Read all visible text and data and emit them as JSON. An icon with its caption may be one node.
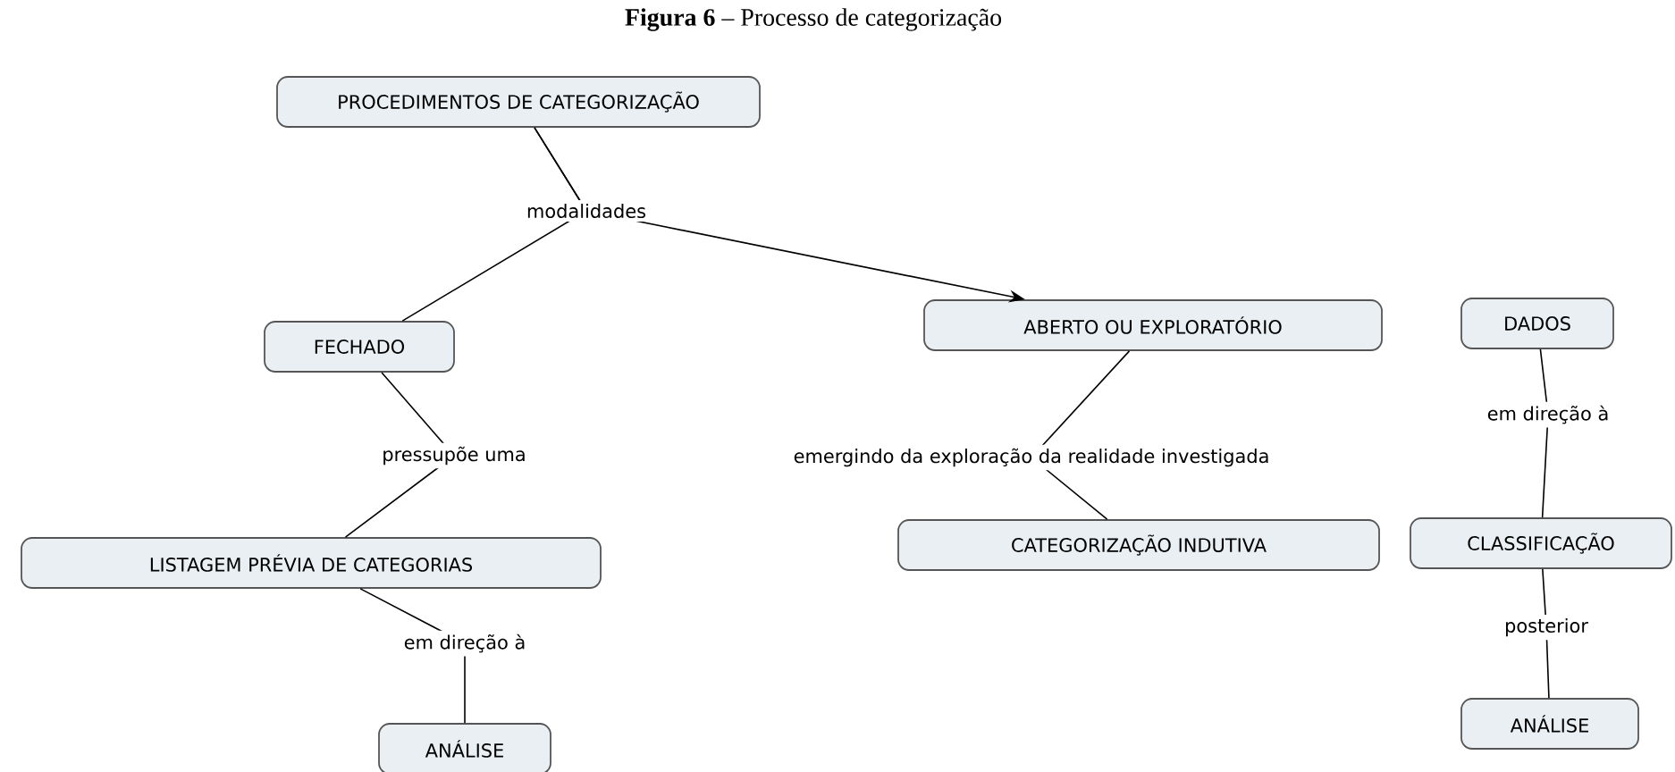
{
  "diagram": {
    "title": "**Figura 6** – Processo de categorização",
    "nodes": [
      {
        "text": [
          "PROCEDIMENTOS DE CATEGORIZAÇÃO"
        ]
      },
      {
        "text": [
          "FECHADO"
        ]
      },
      {
        "text": [
          "ABERTO OU EXPLORATÓRIO"
        ]
      },
      {
        "text": [
          "DADOS"
        ]
      },
      {
        "text": [
          "LISTAGEM PRÉVIA DE CATEGORIAS"
        ]
      },
      {
        "text": [
          "CATEGORIZAÇÃO INDUTIVA"
        ]
      },
      {
        "text": [
          "CLASSIFICAÇÃO"
        ]
      },
      {
        "text": [
          "ANÁLISE"
        ]
      },
      {
        "text": [
          "ANÁLISE"
        ]
      }
    ],
    "edges": [
      {
        "from": 0,
        "to": 1,
        "arrow": "none",
        "label": "modalidades"
      },
      {
        "from": 0,
        "to": 2,
        "arrow": "to"
      },
      {
        "from": 1,
        "to": 4,
        "arrow": "none",
        "label": "pressupõe uma"
      },
      {
        "from": 4,
        "to": 7,
        "arrow": "none",
        "label": "em direção à"
      },
      {
        "from": 2,
        "to": 5,
        "arrow": "none",
        "label": "emergindo da exploração da realidade investigada"
      },
      {
        "from": 3,
        "to": 6,
        "arrow": "none",
        "label": "em direção à"
      },
      {
        "from": 6,
        "to": 8,
        "arrow": "none",
        "label": "posterior"
      }
    ]
  }
}
